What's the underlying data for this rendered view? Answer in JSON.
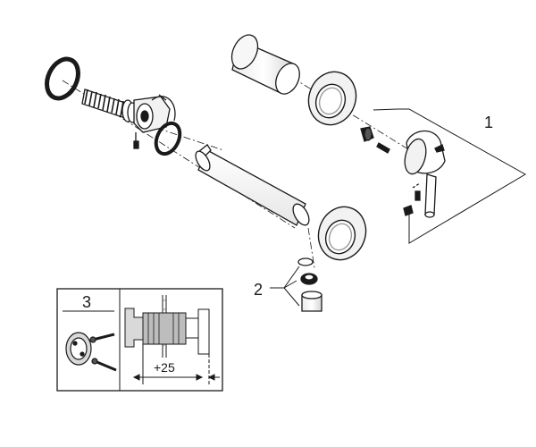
{
  "callouts": {
    "item_1": "1",
    "item_2": "2",
    "item_3": "3"
  },
  "inset": {
    "dimension_label": "+25"
  },
  "colors": {
    "line": "#1a1a1a",
    "background": "#ffffff",
    "shade": "#bdbdbd"
  }
}
